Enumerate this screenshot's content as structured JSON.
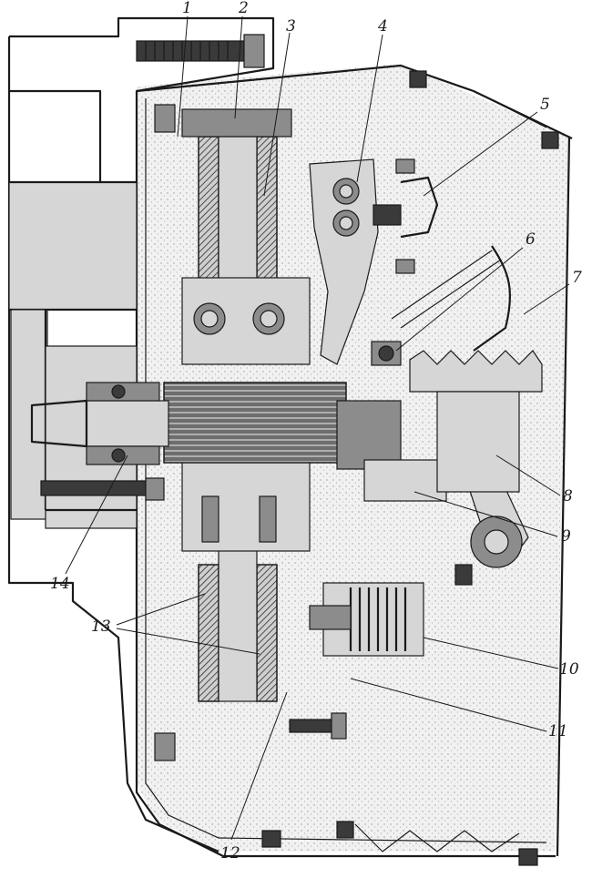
{
  "callouts": [
    {
      "label": "1"
    },
    {
      "label": "2"
    },
    {
      "label": "3"
    },
    {
      "label": "4"
    },
    {
      "label": "5"
    },
    {
      "label": "6"
    },
    {
      "label": "7"
    },
    {
      "label": "8"
    },
    {
      "label": "9"
    },
    {
      "label": "10"
    },
    {
      "label": "11"
    },
    {
      "label": "12"
    },
    {
      "label": "13"
    },
    {
      "label": "14"
    }
  ]
}
